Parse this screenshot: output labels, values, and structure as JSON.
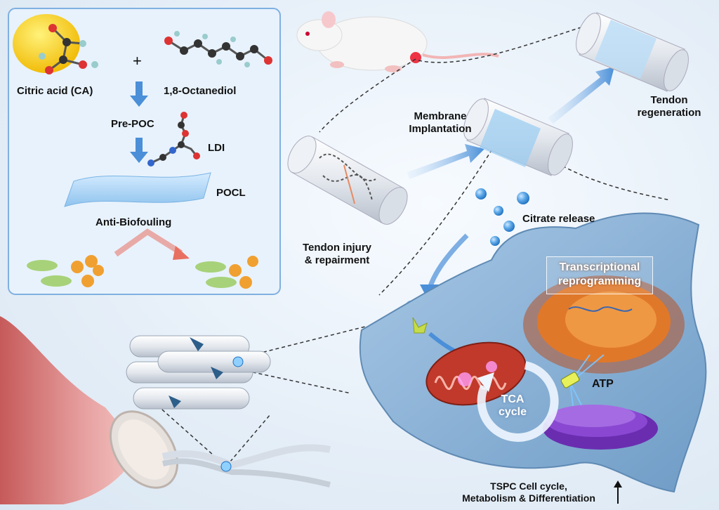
{
  "synthesis_panel": {
    "reactant_1": "Citric acid (CA)",
    "plus_sign": "+",
    "reactant_2": "1,8-Octanediol",
    "intermediate": "Pre-POC",
    "crosslinker": "LDI",
    "membrane": "POCL",
    "property": "Anti-Biofouling"
  },
  "workflow": {
    "injury": "Tendon injury\n& repairment",
    "implantation": "Membrane\nImplantation",
    "regeneration": "Tendon\nregeneration"
  },
  "cell": {
    "citrate": "Citrate release",
    "transcription": "Transcriptional\nreprogramming",
    "tca": "TCA\ncycle",
    "atp": "ATP",
    "outcome": "TSPC Cell cycle,\nMetabolism & Differentiation",
    "outcome_arrow": "↑"
  },
  "colors": {
    "panel_border": "#7fb0e0",
    "arrow_blue": "#4a8fd8",
    "arrow_red": "#e87060",
    "cell": "#8fb4d6",
    "mito": "#c0392b",
    "nucleus": "#e0782a",
    "golgi": "#7a3cc0"
  }
}
